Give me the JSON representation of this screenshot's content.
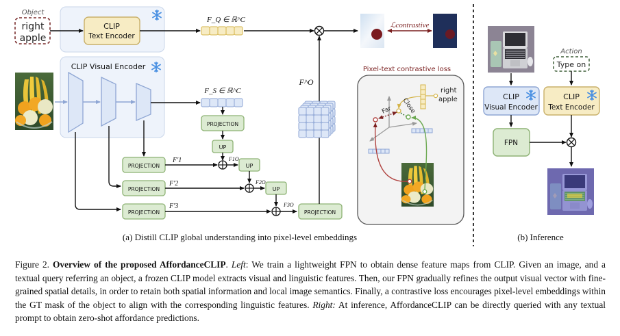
{
  "left_panel": {
    "object_tag": "Object",
    "object_query_line1": "right",
    "object_query_line2": "apple",
    "text_encoder_line1": "CLIP",
    "text_encoder_line2": "Text Encoder",
    "visual_encoder_title": "CLIP Visual Encoder",
    "fq_label": "F_Q ∈ ℝ^C",
    "fs_label": "F_S ∈ ℝ^C",
    "fo_label": "F^O",
    "loss_label": "ℒcontrastive",
    "projection_label": "PROJECTION",
    "up_label": "UP",
    "f1_label": "F′1",
    "f2_label": "F′2",
    "f3_label": "F′3",
    "f1o_label": "F1O",
    "f2o_label": "F2O",
    "f3o_label": "F3O",
    "contrastive_box_title": "Pixel-text contrastive loss",
    "far_label": "Far",
    "close_label": "Close",
    "query_line1": "right",
    "query_line2": "apple",
    "subcaption": "(a) Distill CLIP global understanding into pixel-level embeddings"
  },
  "right_panel": {
    "action_tag": "Action",
    "action_query": "Type on",
    "visual_encoder_line1": "CLIP",
    "visual_encoder_line2": "Visual Encoder",
    "text_encoder_line1": "CLIP",
    "text_encoder_line2": "Text Encoder",
    "fpn_label": "FPN",
    "subcaption": "(b) Inference"
  },
  "caption": {
    "figure_number": "Figure 2.",
    "title": "Overview of the proposed AffordanceCLIP",
    "left_label": "Left",
    "left_text": ": We train a lightweight FPN to obtain dense feature maps from CLIP. Given an image, and a textual query referring an object, a frozen CLIP model extracts visual and linguistic features. Then, our FPN gradually refines the output visual vector with fine-grained spatial details, in order to retain both spatial information and local image semantics. Finally, a contrastive loss encourages pixel-level embeddings within the GT mask of the object to align with the corresponding linguistic features.",
    "right_label": "Right:",
    "right_text": " At inference, AffordanceCLIP can be directly queried with any textual prompt to obtain zero-shot affordance predictions."
  },
  "colors": {
    "frozen_box_fill": "#eef3fb",
    "frozen_box_stroke": "#c9d6ea",
    "text_encoder_fill": "#f7ecc4",
    "text_encoder_stroke": "#c9b06a",
    "visual_encoder_fill": "#dde7f7",
    "visual_encoder_stroke": "#8ea6d4",
    "projection_fill": "#dcebd2",
    "projection_stroke": "#8db274",
    "object_border": "#7a2d2d",
    "action_border": "#3f5f38",
    "loss_color": "#7a1f1f",
    "snowflake": "#4a90e2",
    "contrastive_box_fill": "#f3f3f3"
  }
}
